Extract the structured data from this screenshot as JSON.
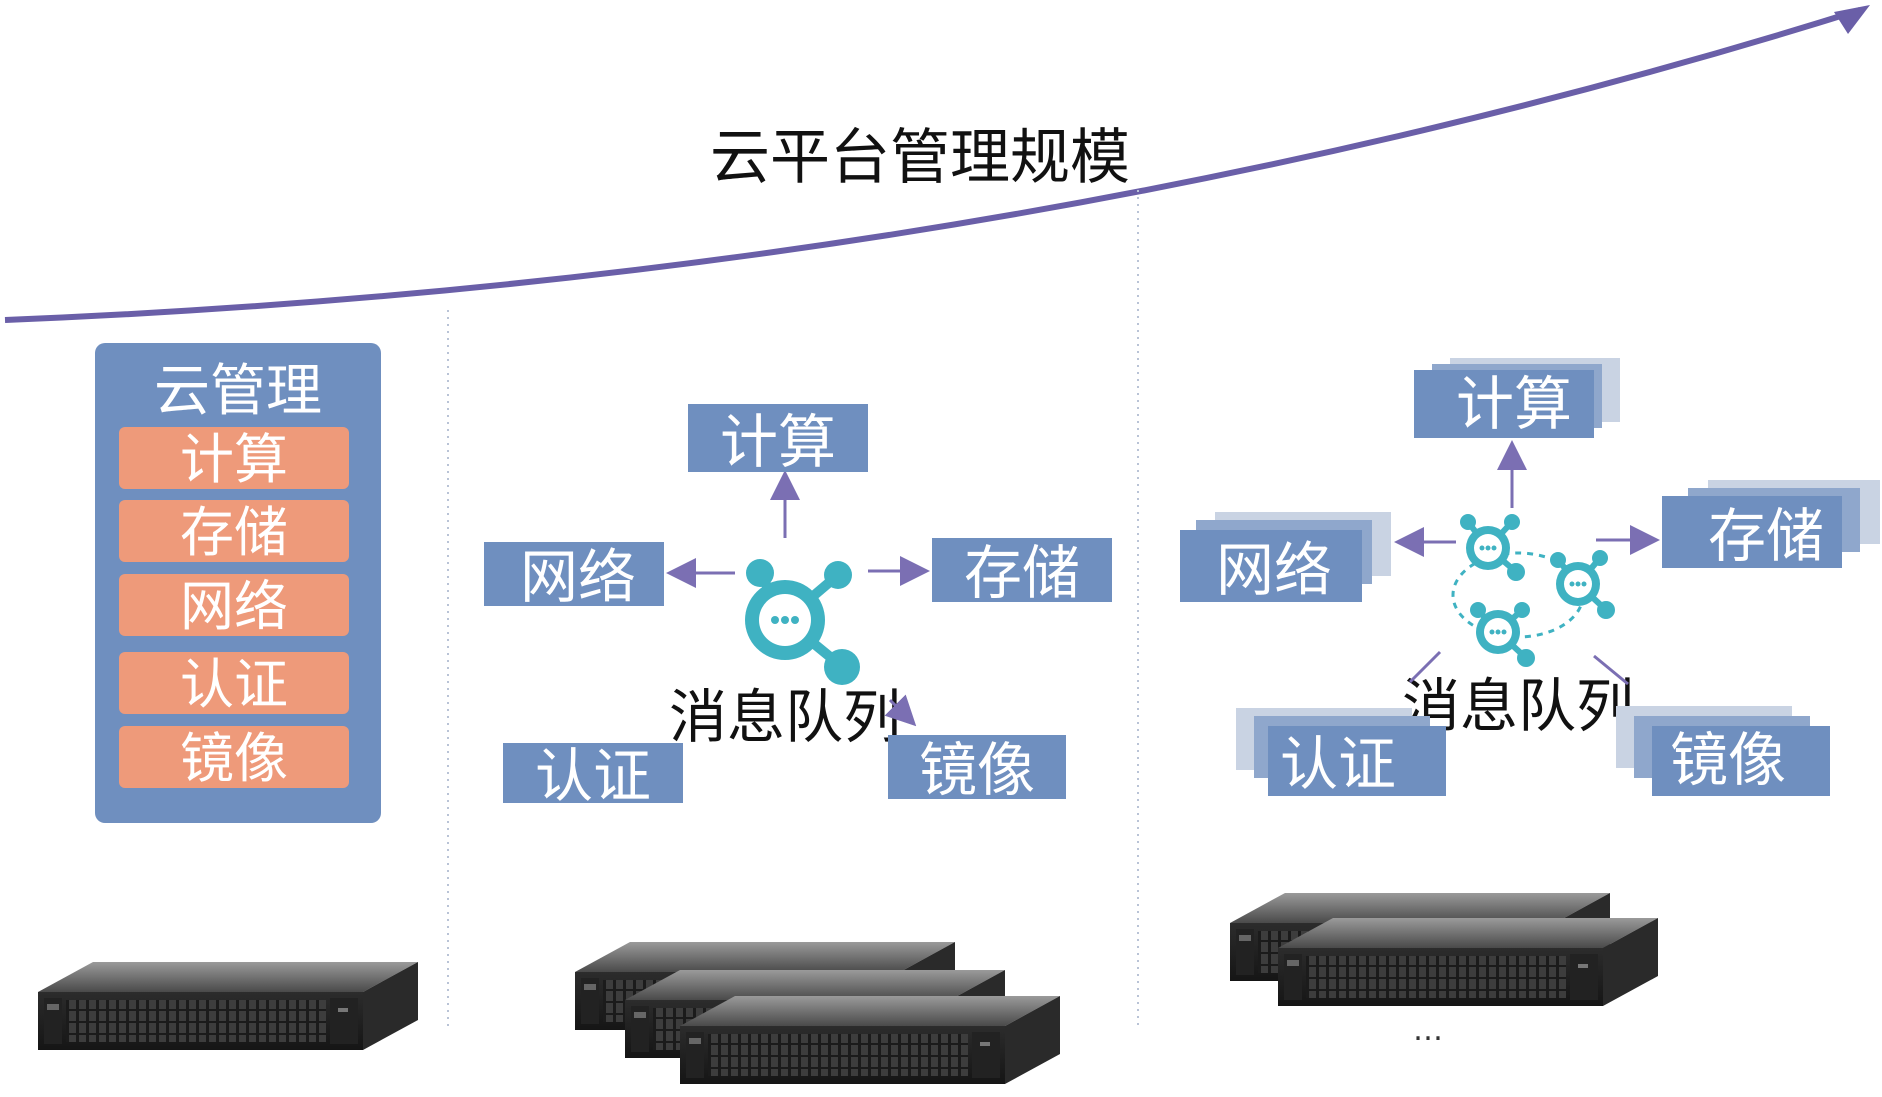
{
  "title": "云平台管理规模",
  "colors": {
    "curve": "#6a5fa8",
    "arrow": "#7b6fb3",
    "box": "#6f8fbf",
    "box_dark": "#5c7bab",
    "box_shadow": "#c9d3e3",
    "module": "#ee9a7a",
    "hub": "#3fb2c2",
    "divider": "#b9c3d6",
    "server": "#3a3a3a"
  },
  "stage1": {
    "title": "云管理",
    "modules": [
      "计算",
      "存储",
      "网络",
      "认证",
      "镜像"
    ]
  },
  "stage2": {
    "center": "消息队列",
    "compute": "计算",
    "network": "网络",
    "storage": "存储",
    "auth": "认证",
    "image": "镜像"
  },
  "stage3": {
    "center": "消息队列",
    "compute": "计算",
    "network": "网络",
    "storage": "存储",
    "auth": "认证",
    "image": "镜像",
    "ellipsis": "…"
  },
  "icons": [
    "growth-curve-arrow",
    "message-queue-hub-icon",
    "rack-server-icon"
  ]
}
